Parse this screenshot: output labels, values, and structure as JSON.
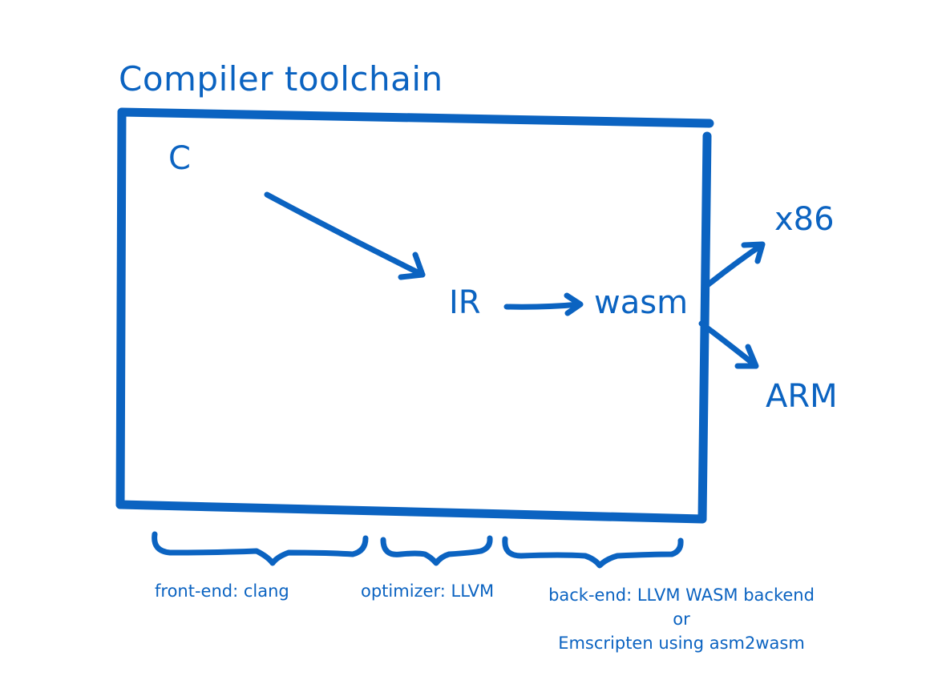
{
  "diagram": {
    "title": "Compiler toolchain",
    "accent_color": "#0b63c1",
    "nodes": {
      "source": "C",
      "ir": "IR",
      "target": "wasm",
      "arch_1": "x86",
      "arch_2": "ARM"
    },
    "stages": {
      "front_end": "front-end: clang",
      "optimizer": "optimizer: LLVM",
      "back_end_line1": "back-end: LLVM WASM backend",
      "back_end_line2": "or",
      "back_end_line3": "Emscripten using asm2wasm"
    }
  }
}
